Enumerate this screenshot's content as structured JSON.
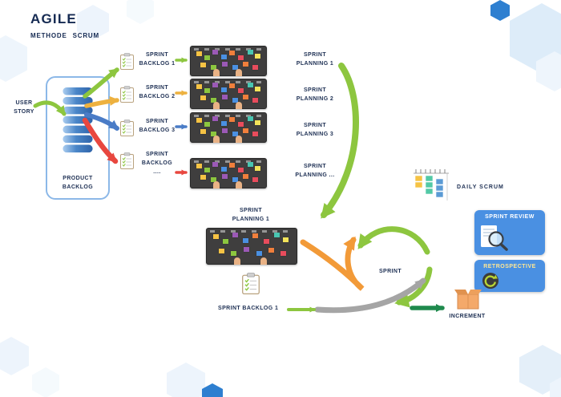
{
  "title": {
    "main": "AGILE",
    "subtitle": "METHODE SCRUM"
  },
  "left_flow": {
    "user_story": "USER STORY",
    "product_backlog": "PRODUCT BACKLOG",
    "sprint_backlogs": [
      {
        "label": "SPRINT BACKLOG 1"
      },
      {
        "label": "SPRINT BACKLOG 2"
      },
      {
        "label": "SPRINT BACKLOG 3"
      },
      {
        "label": "SPRINT BACKLOG ...."
      }
    ],
    "sprint_plannings": [
      {
        "label": "SPRINT PLANNING 1"
      },
      {
        "label": "SPRINT PLANNING 2"
      },
      {
        "label": "SPRINT PLANNING 3"
      },
      {
        "label": "SPRINT PLANNING ..."
      }
    ]
  },
  "center_flow": {
    "sprint_planning": "SPRINT PLANNING 1",
    "sprint_backlog": "SPRINT BACKLOG 1"
  },
  "cycle": {
    "sprint": "SPRINT",
    "daily_scrum": "DAILY SCRUM",
    "sprint_review": "SPRINT REVIEW",
    "retrospective": "RETROSPECTIVE",
    "increment": "INCREMENT"
  },
  "colors": {
    "navy": "#1e3054",
    "lime": "#8dc63f",
    "yellow": "#edb13f",
    "blue": "#4a7cc7",
    "red": "#e8473f",
    "orange": "#f29a38",
    "gray": "#a5a5a5",
    "dark_green": "#1f8a4d",
    "box_blue": "#4a90e2",
    "hex_blue": "#2e7fd0"
  },
  "board_palette": [
    "#f6c344",
    "#8cc63f",
    "#9b59b6",
    "#4a90e2",
    "#f07f3c",
    "#e84c5c",
    "#49c5b1",
    "#f3e35a"
  ]
}
